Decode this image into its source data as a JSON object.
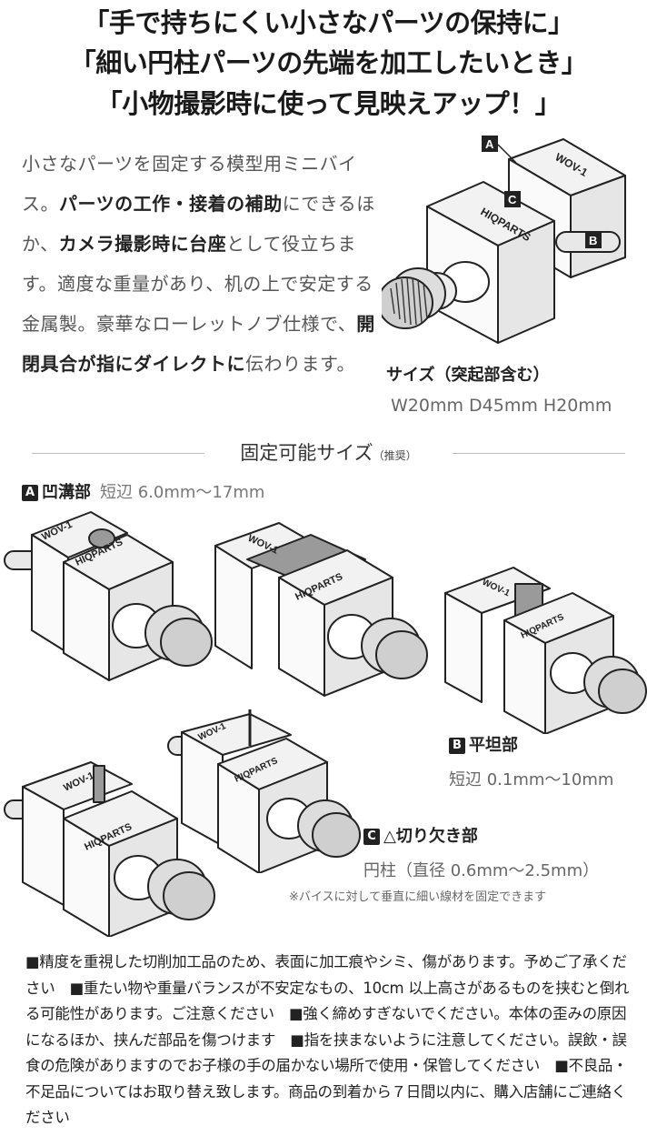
{
  "headlines": [
    "「手で持ちにくい小さなパーツの保持に」",
    "「細い円柱パーツの先端を加工したいとき」",
    "「小物撮影時に使って見映えアップ！」"
  ],
  "intro": {
    "p1": "小さなパーツを固定する模型用ミニバイス。",
    "p1_bold": "パーツの工作・接着の補助",
    "p2": "にできるほか、",
    "p2_bold": "カメラ撮影時に台座",
    "p3": "として役立ちます。適度な重量があり、机の上で安定する金属製。豪華なローレットノブ仕様で、",
    "p3_bold": "開閉具合が指にダイレクトに",
    "p4": "伝わります。"
  },
  "product": {
    "brand": "HIQPARTS",
    "model": "WOV-1",
    "label_a": "A",
    "label_b": "B",
    "label_c": "C"
  },
  "size": {
    "title": "サイズ（突起部含む）",
    "value": "W20mm D45mm H20mm"
  },
  "section": {
    "title": "固定可能サイズ",
    "title_small": "（推奨）"
  },
  "types": {
    "a": {
      "badge": "A",
      "label": "凹溝部",
      "value": "短辺 6.0mm〜17mm"
    },
    "b": {
      "badge": "B",
      "label": "平坦部",
      "value": "短辺 0.1mm〜10mm"
    },
    "c": {
      "badge": "C",
      "label": "△切り欠き部",
      "value": "円柱（直径 0.6mm〜2.5mm）",
      "note": "※バイスに対して垂直に細い線材を固定できます"
    }
  },
  "notes": [
    "■精度を重視した切削加工品のため、表面に加工痕やシミ、傷があります。予めご了承ください",
    "■重たい物や重量バランスが不安定なもの、10cm 以上高さがあるものを挟むと倒れる可能性があります。ご注意ください",
    "■強く締めすぎないでください。本体の歪みの原因になるほか、挟んだ部品を傷つけます",
    "■指を挟まないように注意してください。誤飲・誤食の危険がありますのでお子様の手の届かない場所で使用・保管してください",
    "■不良品・不足品についてはお取り替え致します。商品の到着から７日間以内に、購入店舗にご連絡ください"
  ],
  "colors": {
    "metal_light": "#f2f2f2",
    "metal_mid": "#d9d9d9",
    "line": "#222222",
    "plate": "#9a9a9a"
  }
}
